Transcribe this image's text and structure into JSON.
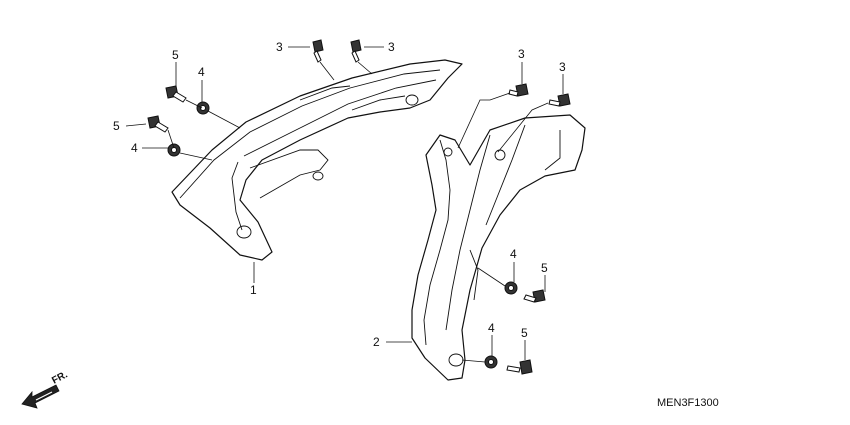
{
  "diagram": {
    "code": "MEN3F1300",
    "direction": "FR.",
    "callouts": {
      "c3a": "3",
      "c3b": "3",
      "c3c": "3",
      "c3d": "3",
      "c5a": "5",
      "c4a": "4",
      "c5b": "5",
      "c4b": "4",
      "c1": "1",
      "c2": "2",
      "c4c": "4",
      "c5c": "5",
      "c4d": "4",
      "c5d": "5"
    }
  }
}
